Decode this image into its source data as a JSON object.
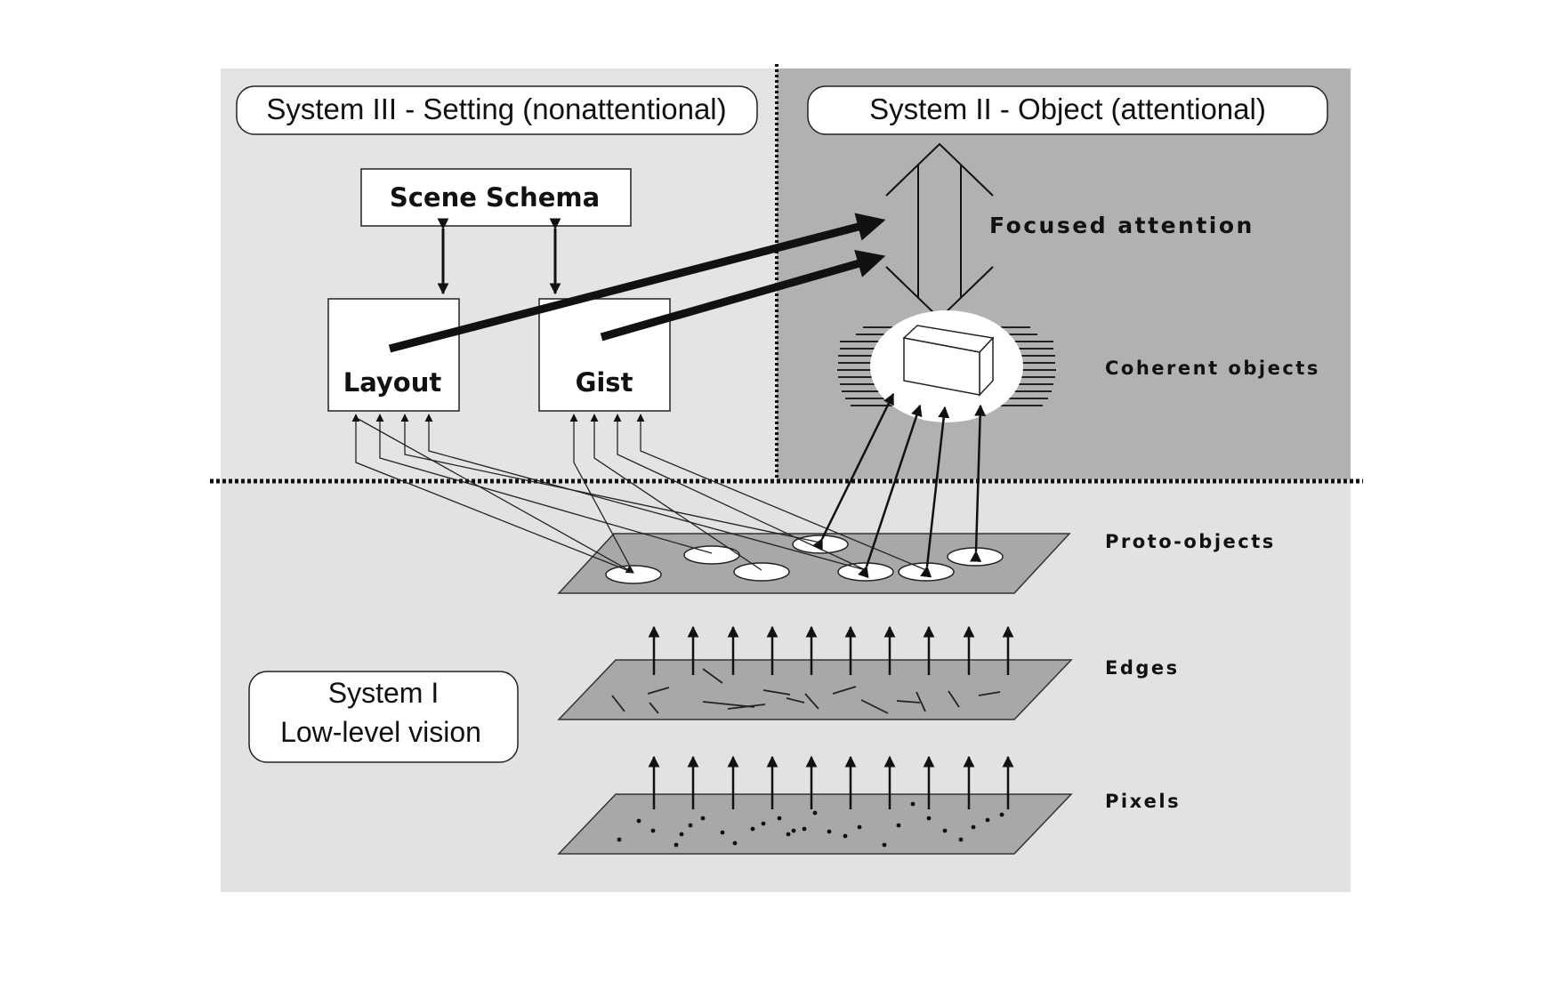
{
  "labels": {
    "system3": "System III - Setting (nonattentional)",
    "system2": "System II - Object (attentional)",
    "system1_line1": "System I",
    "system1_line2": "Low-level vision",
    "scene_schema": "Scene Schema",
    "layout": "Layout",
    "gist": "Gist",
    "focused_attention": "Focused attention",
    "coherent_objects": "Coherent objects",
    "proto_objects": "Proto-objects",
    "edges": "Edges",
    "pixels": "Pixels"
  },
  "colors": {
    "system3_region": "#e4e4e4",
    "system2_region": "#b1b1b1",
    "system1_region": "#e2e2e2",
    "plane_fill": "#a8a8a8",
    "ink": "#111111"
  }
}
